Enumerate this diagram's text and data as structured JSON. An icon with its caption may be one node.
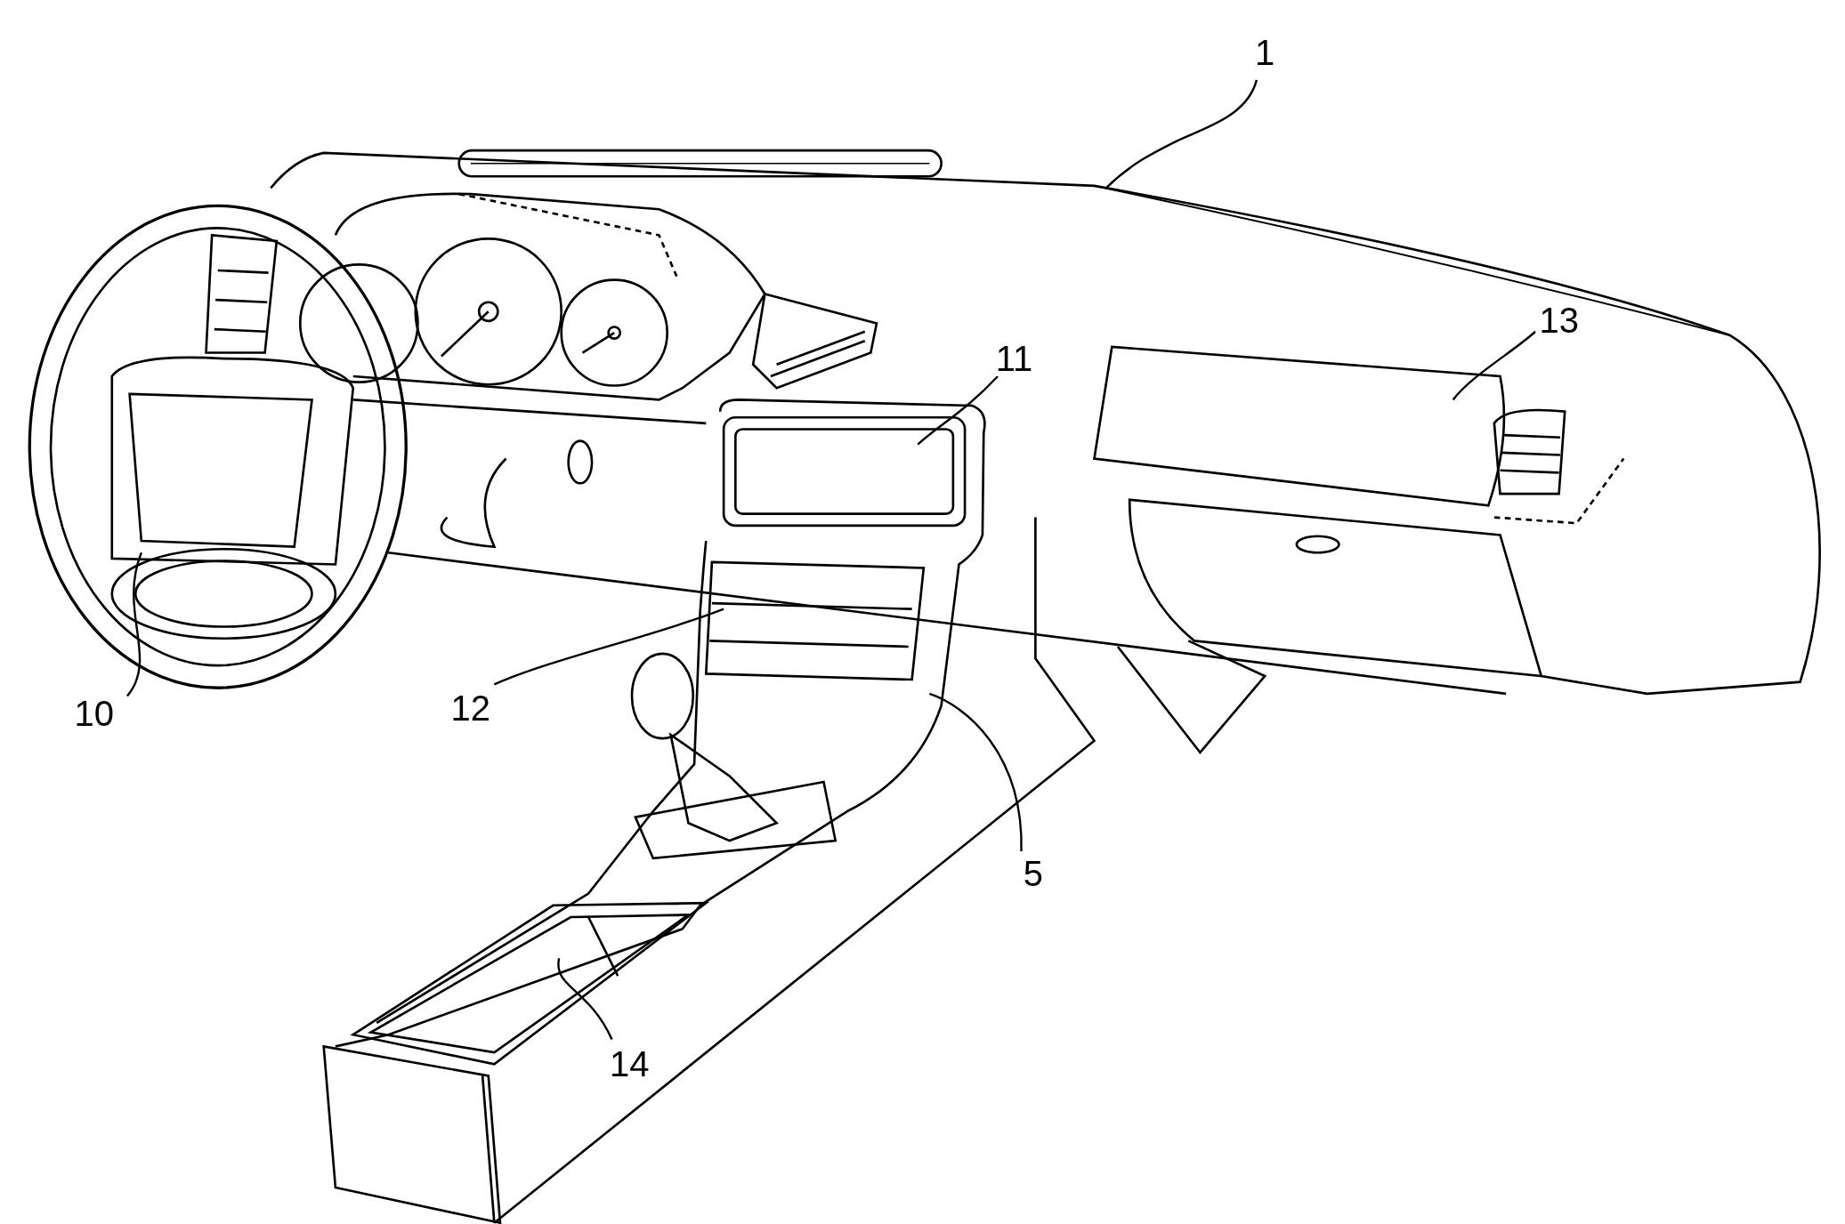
{
  "diagram": {
    "nodes": [
      {
        "text": [
          "1"
        ]
      },
      {
        "text": [
          "13"
        ]
      },
      {
        "text": [
          "11"
        ]
      },
      {
        "text": [
          "12"
        ]
      },
      {
        "text": [
          "10"
        ]
      },
      {
        "text": [
          "5"
        ]
      },
      {
        "text": [
          "14"
        ]
      }
    ],
    "edges": [
      {
        "from": 0,
        "to": null,
        "arrow": "none"
      },
      {
        "from": 1,
        "to": null,
        "arrow": "none"
      },
      {
        "from": 2,
        "to": null,
        "arrow": "none"
      },
      {
        "from": 3,
        "to": null,
        "arrow": "none"
      },
      {
        "from": 4,
        "to": null,
        "arrow": "none"
      },
      {
        "from": 5,
        "to": null,
        "arrow": "none"
      },
      {
        "from": 6,
        "to": null,
        "arrow": "none"
      }
    ]
  }
}
